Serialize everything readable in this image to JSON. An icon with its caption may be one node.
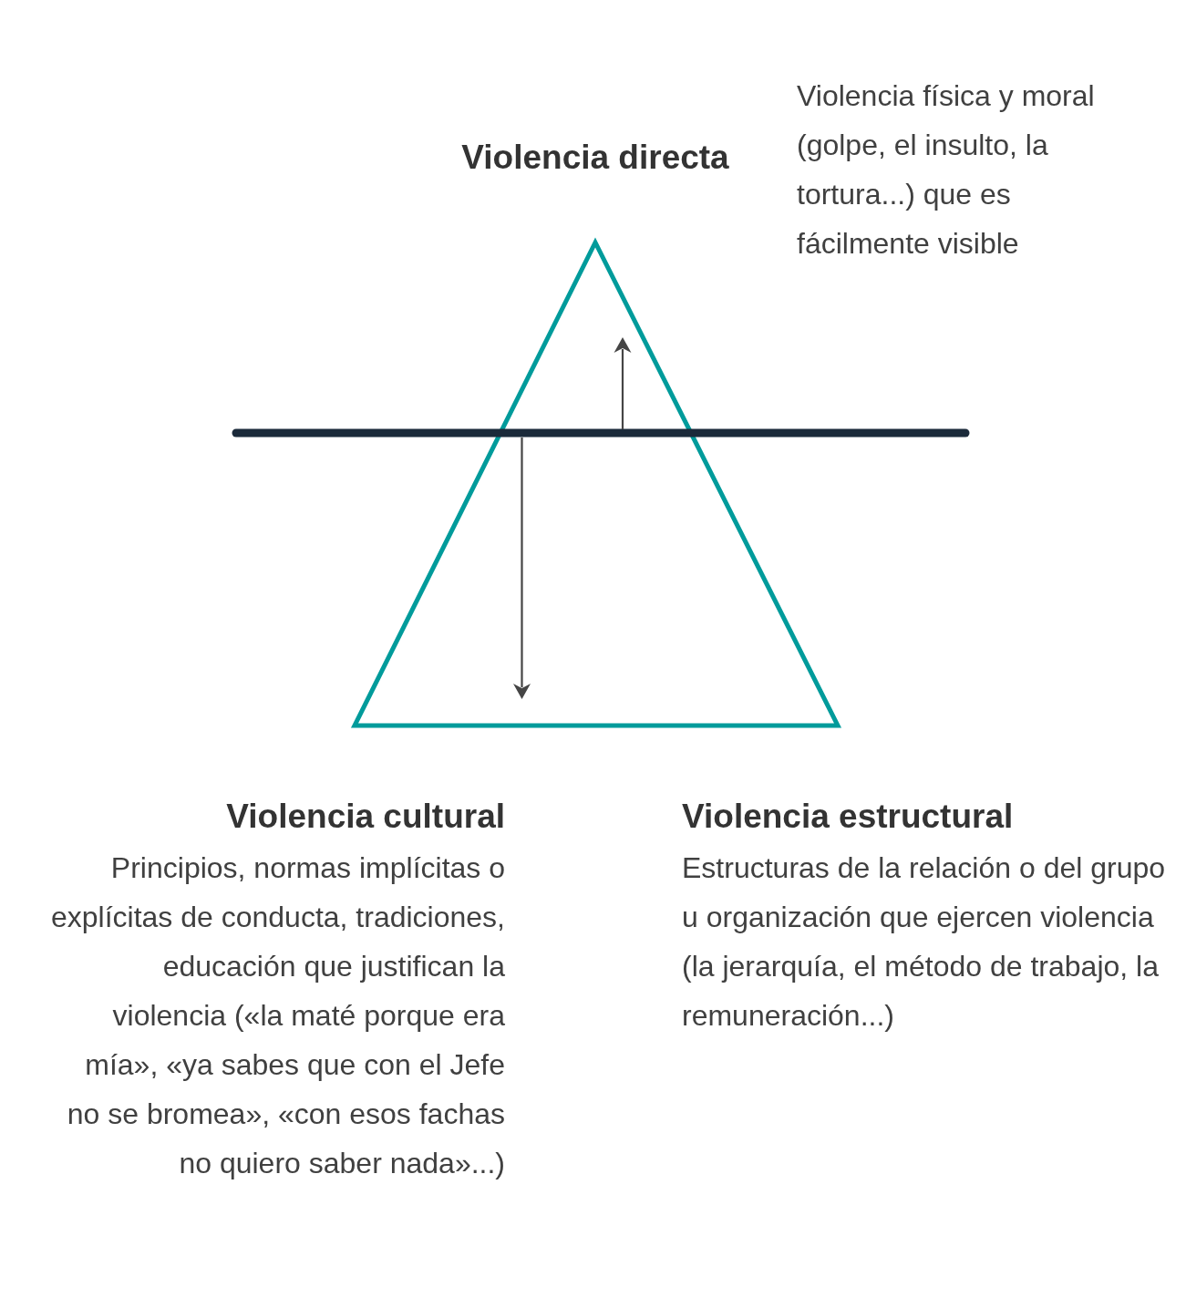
{
  "diagram": {
    "labels": [
      "Violencia directa",
      "Violencia física y moral (golpe, el insulto, la tortura...) que es fácilmente visible",
      "Violencia cultural",
      "Principios, normas implícitas o explícitas de conducta, tradiciones, educación que justifican la violencia («la maté porque era mía», «ya sabes que con el Jefe no se bromea», «con esos fachas no quiero saber nada»...)",
      "Violencia estructural",
      "Estructuras de la relación o del grupo u organización que ejercen violencia (la jerarquía, el método de trabajo, la remuneración...)"
    ]
  }
}
